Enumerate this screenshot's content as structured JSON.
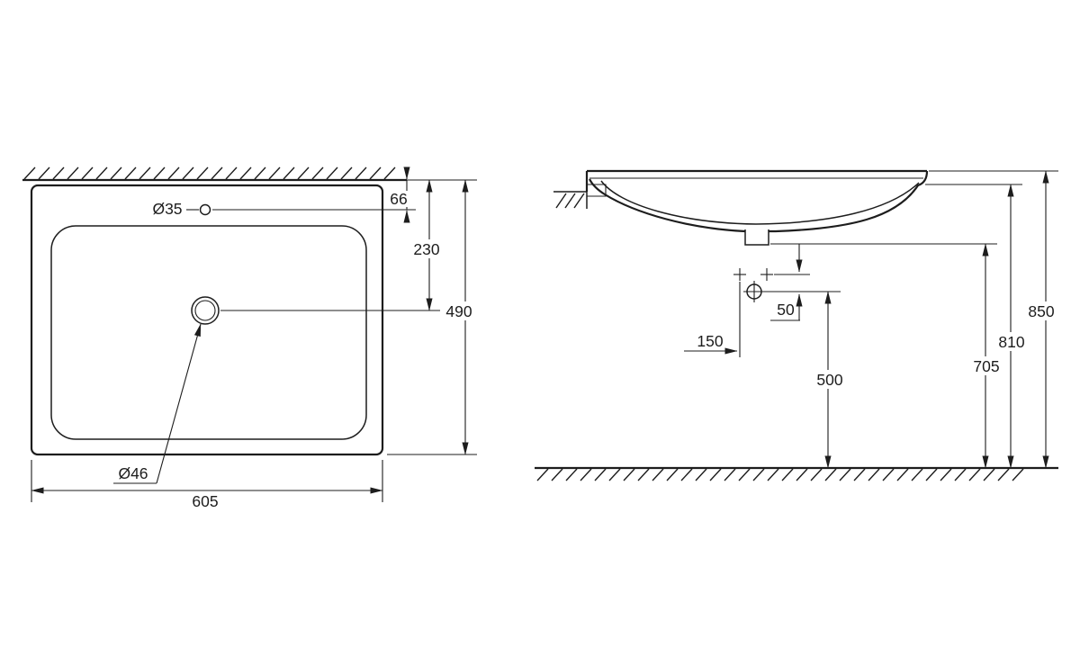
{
  "colors": {
    "background": "#ffffff",
    "line": "#1d1d1d"
  },
  "plan_view": {
    "faucet_hole_diameter": "Ø35",
    "drain_diameter": "Ø46",
    "rear_to_faucet_hole": "66",
    "rear_to_drain": "230",
    "depth": "490",
    "width": "605"
  },
  "elevation_view": {
    "holes_to_outlet_gap": "50",
    "faucet_center_offset": "150",
    "outlet_height": "500",
    "underside_height": "705",
    "rim_underside_height": "810",
    "overall_height": "850"
  }
}
